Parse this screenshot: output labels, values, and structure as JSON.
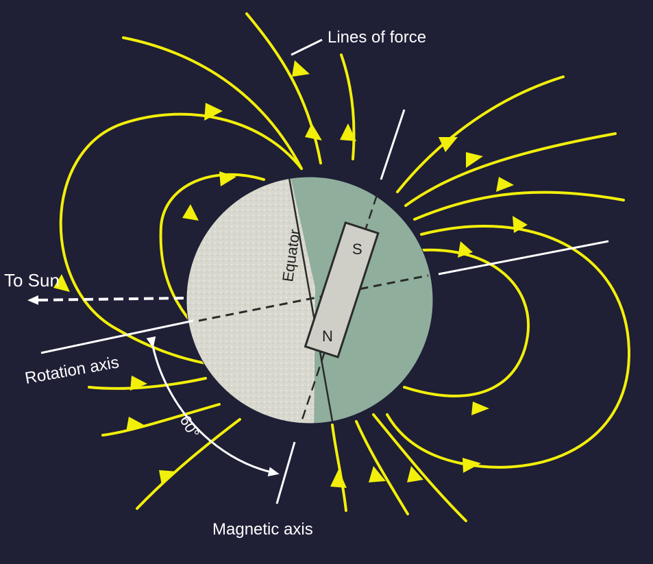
{
  "labels": {
    "lines_of_force": "Lines of force",
    "to_sun": "To Sun",
    "rotation_axis": "Rotation axis",
    "magnetic_axis": "Magnetic axis",
    "equator": "Equator",
    "south_pole": "S",
    "north_pole": "N",
    "tilt_angle": "60°"
  },
  "colors": {
    "background": "#1f1f36",
    "field_lines": "#f2ef0a",
    "day_side": "#d6d6cc",
    "night_side": "#8fae9c",
    "magnet": "#cfcfc8",
    "axes": "#ffffff"
  },
  "icons": [
    "magnet-icon",
    "planet-icon",
    "arrow-icon"
  ]
}
